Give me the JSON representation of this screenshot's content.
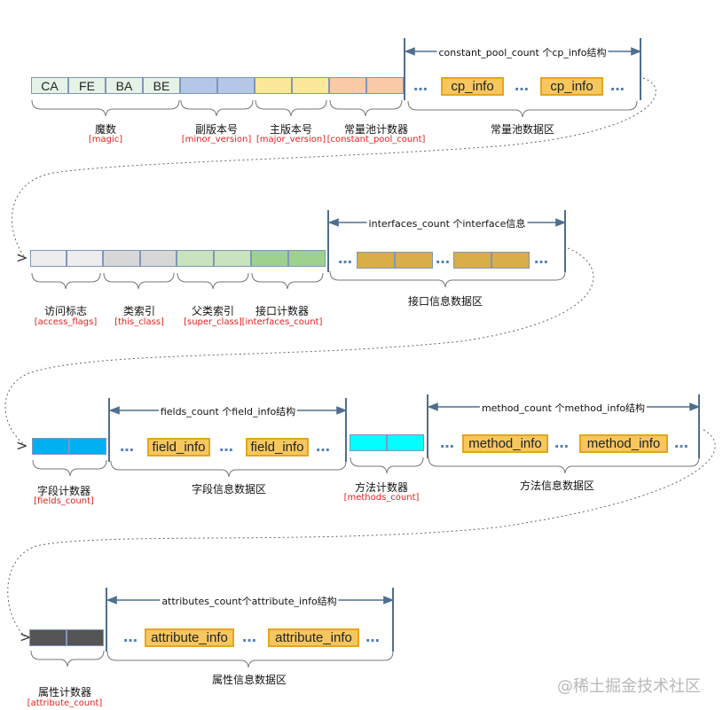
{
  "colors": {
    "magic": "#e5f2e6",
    "minor": "#b5c7e6",
    "major": "#fde79b",
    "cp_count": "#f9c9a8",
    "access": "#ededed",
    "this": "#d7d7d7",
    "super": "#c8e3be",
    "interfaces_count": "#9fd18e",
    "interface_info": "#d9ad47",
    "fields_count": "#00b0f0",
    "methods_count": "#00ffff",
    "attributes_count": "#555555"
  },
  "row1": {
    "magic_bytes": [
      "CA",
      "FE",
      "BA",
      "BE"
    ],
    "magic_label": "魔数",
    "magic_sub": "[magic]",
    "minor_label": "副版本号",
    "minor_sub": "[minor_version]",
    "major_label": "主版本号",
    "major_sub": "[major_version]",
    "cp_count_label": "常量池计数器",
    "cp_count_sub": "[constant_pool_count]",
    "cp_dim": "constant_pool_count 个cp_info结构",
    "cp_item": "cp_info",
    "cp_area_label": "常量池数据区"
  },
  "row2": {
    "access_label": "访问标志",
    "access_sub": "[access_flags]",
    "this_label": "类索引",
    "this_sub": "[this_class]",
    "super_label": "父类索引",
    "super_sub": "[super_class]",
    "icount_label": "接口计数器",
    "icount_sub": "[interfaces_count]",
    "i_dim": "interfaces_count 个interface信息",
    "i_area_label": "接口信息数据区"
  },
  "row3": {
    "fcount_label": "字段计数器",
    "fcount_sub": "[fields_count]",
    "f_dim": "fields_count 个field_info结构",
    "f_item": "field_info",
    "f_area_label": "字段信息数据区",
    "mcount_label": "方法计数器",
    "mcount_sub": "[methods_count]",
    "m_dim": "method_count 个method_info结构",
    "m_item": "method_info",
    "m_area_label": "方法信息数据区"
  },
  "row4": {
    "acount_label": "属性计数器",
    "acount_sub": "[attribute_count]",
    "a_dim": "attributes_count个attribute_info结构",
    "a_item": "attribute_info",
    "a_area_label": "属性信息数据区"
  },
  "ellipsis": "…",
  "chevron": ">",
  "watermark": "@稀土掘金技术社区"
}
